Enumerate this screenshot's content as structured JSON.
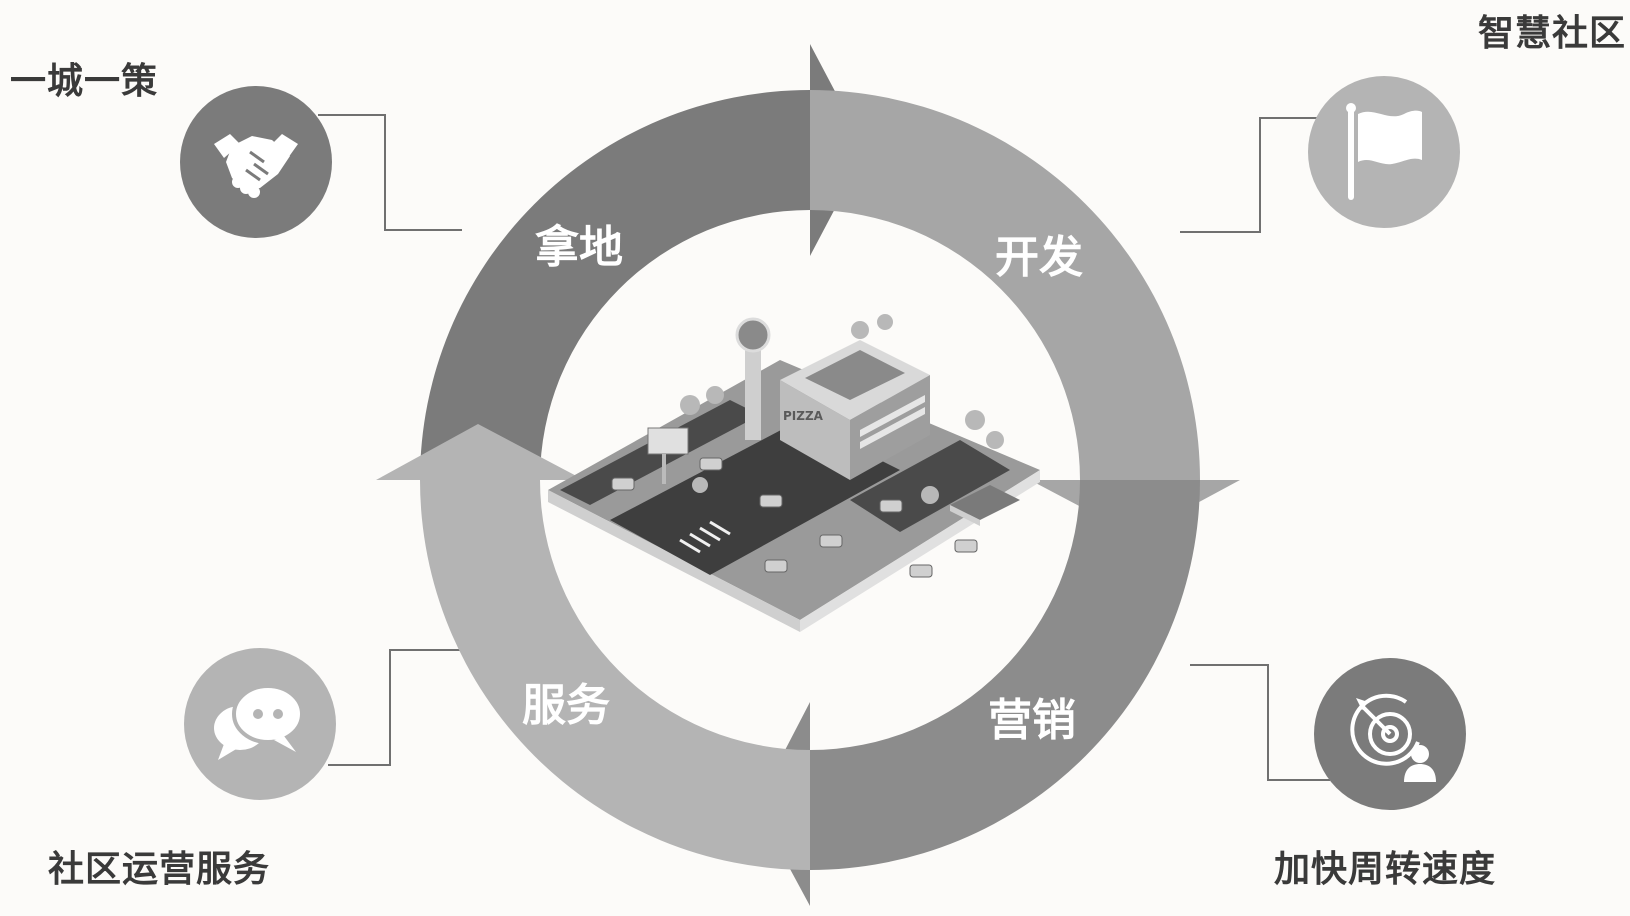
{
  "labels": {
    "top_left": "一城一策",
    "top_right": "智慧社区",
    "bottom_left": "社区运营服务",
    "bottom_right": "加快周转速度"
  },
  "cycle": {
    "step_1": "拿地",
    "step_2": "开发",
    "step_3": "营销",
    "step_4": "服务"
  },
  "icons": {
    "top_left": "handshake-icon",
    "top_right": "flag-icon",
    "bottom_left": "chat-bubbles-icon",
    "bottom_right": "target-person-icon"
  },
  "center_sign": "PIZZA",
  "colors": {
    "dark_gray": "#7b7b7b",
    "mid_gray": "#8c8c8c",
    "light_gray": "#a6a6a6",
    "lighter_gray": "#b4b4b4",
    "line": "#707070",
    "text": "#3a3a3a",
    "background": "#fcfbf9"
  }
}
